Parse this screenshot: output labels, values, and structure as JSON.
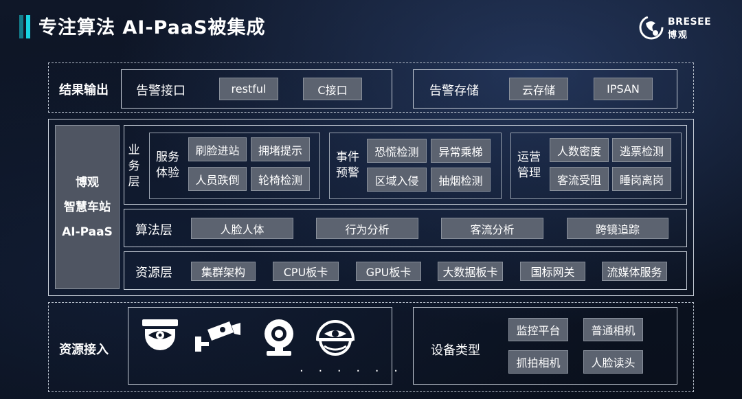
{
  "page": {
    "title": "专注算法 AI-PaaS被集成"
  },
  "logo": {
    "brand": "BRESEE",
    "brand_cn": "博观",
    "icon": "bresee-logo-icon"
  },
  "output": {
    "label": "结果输出",
    "alarm_interface": {
      "label": "告警接口",
      "items": [
        "restful",
        "C接口"
      ]
    },
    "alarm_storage": {
      "label": "告警存储",
      "items": [
        "云存储",
        "IPSAN"
      ]
    }
  },
  "platform": {
    "side_lines": [
      "博观",
      "智慧车站",
      "AI-PaaS"
    ],
    "business": {
      "label": "业务层",
      "groups": [
        {
          "label": "服务体验",
          "items": [
            "刷脸进站",
            "拥堵提示",
            "人员跌倒",
            "轮椅检测"
          ]
        },
        {
          "label": "事件预警",
          "items": [
            "恐慌检测",
            "异常乘梯",
            "区域入侵",
            "抽烟检测"
          ]
        },
        {
          "label": "运营管理",
          "items": [
            "人数密度",
            "逃票检测",
            "客流受阻",
            "睡岗离岗"
          ]
        }
      ]
    },
    "algorithm": {
      "label": "算法层",
      "items": [
        "人脸人体",
        "行为分析",
        "客流分析",
        "跨镜追踪"
      ]
    },
    "resource": {
      "label": "资源层",
      "items": [
        "集群架构",
        "CPU板卡",
        "GPU板卡",
        "大数据板卡",
        "国标网关",
        "流媒体服务"
      ]
    }
  },
  "access": {
    "label": "资源接入",
    "icons": [
      "dome-camera-icon",
      "bullet-camera-icon",
      "webcam-icon",
      "fisheye-camera-icon"
    ],
    "more": "· · · · · ·",
    "device_types": {
      "label": "设备类型",
      "items": [
        "监控平台",
        "普通相机",
        "抓拍相机",
        "人脸读头"
      ]
    }
  },
  "colors": {
    "accent": "#19d3e0",
    "chip": "#5c6370",
    "panel": "#4f5562",
    "background": "#0b1220"
  }
}
